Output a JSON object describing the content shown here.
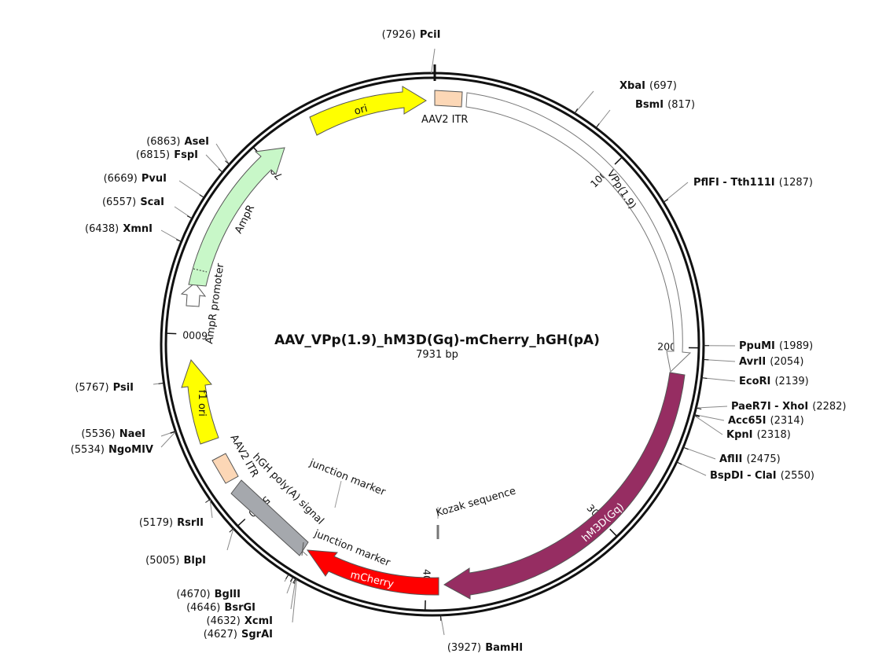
{
  "plasmid": {
    "name": "AAV_VPp(1.9)_hM3D(Gq)-mCherry_hGH(pA)",
    "size_label": "7931 bp",
    "length": 7931
  },
  "ticks": [
    {
      "pos": 1000,
      "label": "1000"
    },
    {
      "pos": 2000,
      "label": "2000"
    },
    {
      "pos": 3000,
      "label": "3000"
    },
    {
      "pos": 4000,
      "label": "4000"
    },
    {
      "pos": 5000,
      "label": "5000"
    },
    {
      "pos": 6000,
      "label": "6000"
    },
    {
      "pos": 7000,
      "label": "7000"
    }
  ],
  "sites": [
    {
      "name": "PciI",
      "pos_label": "(7926)"
    },
    {
      "name": "XbaI",
      "pos_label": "(697)"
    },
    {
      "name": "BsmI",
      "pos_label": "(817)"
    },
    {
      "name": "PflFI - Tth111I",
      "pos_label": "(1287)"
    },
    {
      "name": "PpuMI",
      "pos_label": "(1989)"
    },
    {
      "name": "AvrII",
      "pos_label": "(2054)"
    },
    {
      "name": "EcoRI",
      "pos_label": "(2139)"
    },
    {
      "name": "PaeR7I - XhoI",
      "pos_label": "(2282)"
    },
    {
      "name": "Acc65I",
      "pos_label": "(2314)"
    },
    {
      "name": "KpnI",
      "pos_label": "(2318)"
    },
    {
      "name": "AflII",
      "pos_label": "(2475)"
    },
    {
      "name": "BspDI - ClaI",
      "pos_label": "(2550)"
    },
    {
      "name": "BamHI",
      "pos_label": "(3927)"
    },
    {
      "name": "SgrAI",
      "pos_label": "(4627)"
    },
    {
      "name": "XcmI",
      "pos_label": "(4632)"
    },
    {
      "name": "BsrGI",
      "pos_label": "(4646)"
    },
    {
      "name": "BglII",
      "pos_label": "(4670)"
    },
    {
      "name": "BlpI",
      "pos_label": "(5005)"
    },
    {
      "name": "RsrII",
      "pos_label": "(5179)"
    },
    {
      "name": "NgoMIV",
      "pos_label": "(5534)"
    },
    {
      "name": "NaeI",
      "pos_label": "(5536)"
    },
    {
      "name": "PsiI",
      "pos_label": "(5767)"
    },
    {
      "name": "XmnI",
      "pos_label": "(6438)"
    },
    {
      "name": "ScaI",
      "pos_label": "(6557)"
    },
    {
      "name": "PvuI",
      "pos_label": "(6669)"
    },
    {
      "name": "FspI",
      "pos_label": "(6815)"
    },
    {
      "name": "AseI",
      "pos_label": "(6863)"
    }
  ],
  "features": [
    {
      "label": "AAV2 ITR",
      "color": "#fcd7b6"
    },
    {
      "label": "VPp(1.9)",
      "color": "#ffffff"
    },
    {
      "label": "hM3D(Gq)",
      "color": "#962d62"
    },
    {
      "label": "Kozak sequence",
      "color": "#808080"
    },
    {
      "label": "mCherry",
      "color": "#ff0000"
    },
    {
      "label": "junction marker",
      "color": "#808080"
    },
    {
      "label": "junction marker",
      "color": "#808080"
    },
    {
      "label": "hGH poly(A) signal",
      "color": "#a5a8ad"
    },
    {
      "label": "AAV2 ITR",
      "color": "#fcd7b6"
    },
    {
      "label": "f1 ori",
      "color": "#ffff00"
    },
    {
      "label": "AmpR promoter",
      "color": "#ffffff"
    },
    {
      "label": "AmpR",
      "color": "#c8f7c8"
    },
    {
      "label": "ori",
      "color": "#ffff00"
    }
  ]
}
